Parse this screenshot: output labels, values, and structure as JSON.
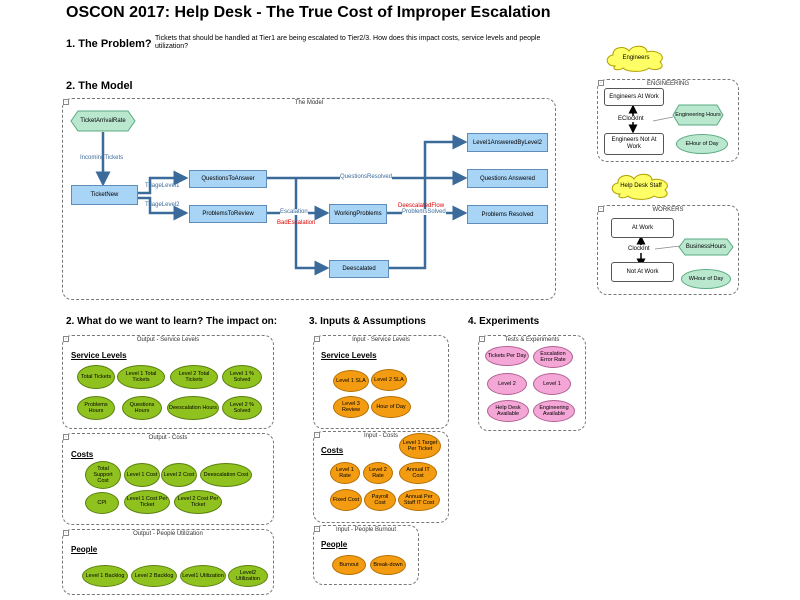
{
  "title": "OSCON 2017: Help Desk - The True Cost of Improper Escalation",
  "s1": {
    "heading": "1. The Problem?",
    "text": "Tickets that should be handled at Tier1 are being escalated to Tier2/3. How does this impact costs, service levels and people utilization?"
  },
  "s2": {
    "heading": "2. The Model",
    "group_title": "The Model",
    "arrival": "TicketArrivalRate",
    "incoming": "IncomingTickets",
    "new": "TicketNew",
    "triage1": "TriageLevel1",
    "triage2": "TriageLevel2",
    "q2a": "QuestionsToAnswer",
    "p2r": "ProblemsToReview",
    "resolved_label": "QuestionsResolved",
    "escalation": "Escalation",
    "bad_escalation": "BadEscalation",
    "working": "WorkingProblems",
    "deescalated_flow": "DeescalatedFlow",
    "problems_solved": "ProblemsSolved",
    "deescalated": "Deescalated",
    "l1_by_l2": "Level1AnsweredByLevel2",
    "q_answered": "Questions Answered",
    "p_resolved": "Problems Resolved"
  },
  "engineers": {
    "cloud": "Engineers",
    "group_title": "ENGINEERING",
    "at_work": "Engineers At Work",
    "clock": "EClockInt",
    "not_at_work": "Engineers Not At Work",
    "hours": "Engineering Hours",
    "hour_of_day": "EHour of Day"
  },
  "helpdesk": {
    "cloud": "Help Desk Staff",
    "group_title": "WORKERS",
    "at_work": "At Work",
    "clock": "ClockInt",
    "not_at_work": "Not At Work",
    "business_hours": "BusinessHours",
    "hour_of_day": "WHour of Day"
  },
  "s_learn": {
    "heading": "2. What do we want to learn? The impact on:",
    "service": {
      "group_title": "Output - Service Levels",
      "section": "Service Levels",
      "items": [
        "Total Tickets",
        "Level 1 Total Tickets",
        "Level 2 Total Tickets",
        "Level 1 % Solved",
        "Problems Hours",
        "Questions Hours",
        "Deescalation Hours",
        "Level 2 % Solved"
      ]
    },
    "costs": {
      "group_title": "Output - Costs",
      "section": "Costs",
      "items": [
        "Total Support Cost",
        "Level 1 Cost",
        "Level 2 Cost",
        "Deescalation Cost",
        "CPI",
        "Level 1 Cost Per Ticket",
        "Level 2 Cost Per Ticket"
      ]
    },
    "people": {
      "group_title": "Output - People Utilization",
      "section": "People",
      "items": [
        "Level 1 Backlog",
        "Level 2 Backlog",
        "Level1 Utilization",
        "Level2 Utilization"
      ]
    }
  },
  "s_inputs": {
    "heading": "3. Inputs & Assumptions",
    "service": {
      "group_title": "Input - Service Levels",
      "section": "Service Levels",
      "items": [
        "Level 1 SLA",
        "Level 2 SLA",
        "Level 3 Review",
        "Hour of Day"
      ]
    },
    "costs": {
      "group_title": "Input - Costs",
      "section": "Costs",
      "items": [
        "Level 1 Target Per Ticket",
        "Level 1 Rate",
        "Level 2 Rate",
        "Annual IT Cost",
        "Fixed Cost",
        "Payroll Cost",
        "Annual Per Staff IT Cost"
      ]
    },
    "burnout": {
      "group_title": "Input - People Burnout",
      "section": "People",
      "items": [
        "Burnout",
        "Break-down"
      ]
    }
  },
  "s_exp": {
    "heading": "4. Experiments",
    "group_title": "Tests & Experiments",
    "items": [
      "Tickets Per Day",
      "Escalation Error Rate",
      "Level 2",
      "Level 1",
      "Help Desk Available",
      "Engineering Available"
    ]
  },
  "colors": {
    "stock": "#a8d4f5",
    "output": "#8fc21e",
    "input": "#f39c12",
    "experiment": "#f4a6d7",
    "cloud": "#ffff66",
    "converter": "#b9e8cf"
  }
}
